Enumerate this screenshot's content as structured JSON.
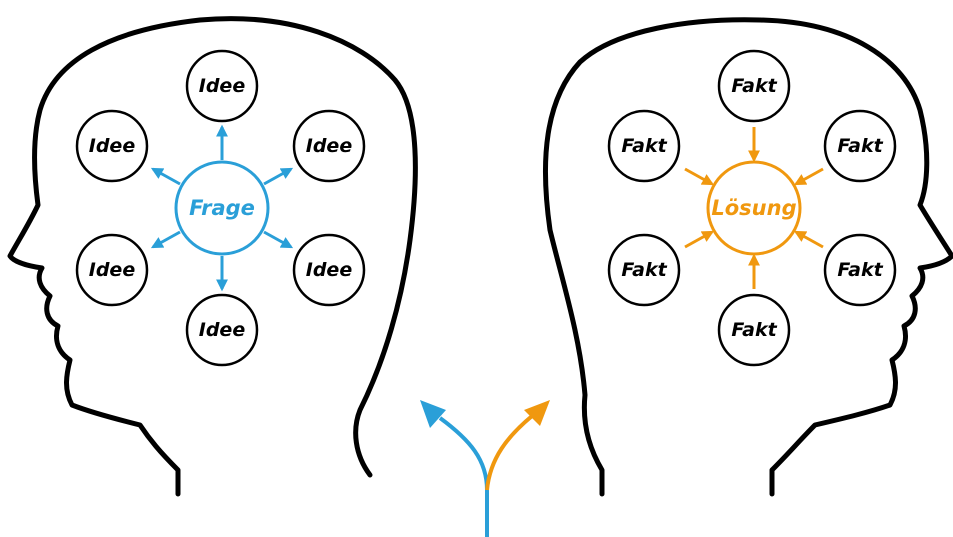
{
  "colors": {
    "left_accent": "#2a9fd8",
    "right_accent": "#f0980f",
    "outline": "#000000"
  },
  "left_head": {
    "center_label": "Frage",
    "bubbles": [
      "Idee",
      "Idee",
      "Idee",
      "Idee",
      "Idee",
      "Idee"
    ],
    "arrow_direction": "outward"
  },
  "right_head": {
    "center_label": "Lösung",
    "bubbles": [
      "Fakt",
      "Fakt",
      "Fakt",
      "Fakt",
      "Fakt",
      "Fakt"
    ],
    "arrow_direction": "inward"
  },
  "fork": {
    "left_branch_color": "#2a9fd8",
    "right_branch_color": "#f0980f",
    "stem_color": "#2a9fd8"
  }
}
